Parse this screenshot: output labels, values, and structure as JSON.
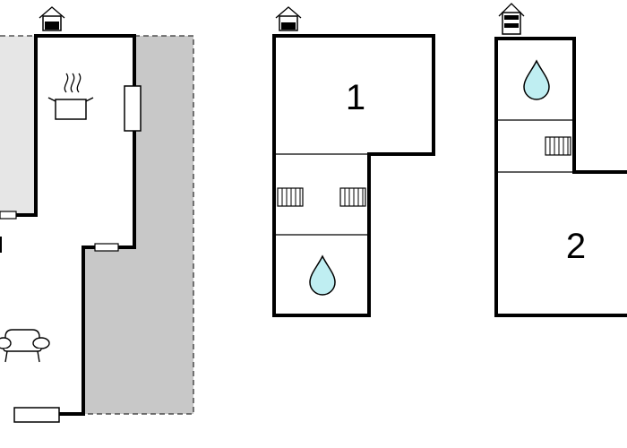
{
  "floors": [
    {
      "id": "ground",
      "rooms": [
        {
          "id": "kitchen",
          "icon": "cooking-pot-icon"
        },
        {
          "id": "living",
          "icon": "sofa-icon"
        }
      ]
    },
    {
      "id": "floor-1",
      "label": "1",
      "rooms": [
        {
          "id": "hall",
          "icon": "radiator-icon"
        },
        {
          "id": "bathroom",
          "icon": "water-drop-icon"
        }
      ]
    },
    {
      "id": "floor-2",
      "label": "2",
      "rooms": [
        {
          "id": "bathroom",
          "icon": "water-drop-icon"
        },
        {
          "id": "hall",
          "icon": "radiator-icon"
        }
      ]
    }
  ],
  "colors": {
    "wall": "#000000",
    "terrace": "#c8c8c8",
    "outdoor": "#e6e6e6",
    "water": "#bfeef2"
  }
}
